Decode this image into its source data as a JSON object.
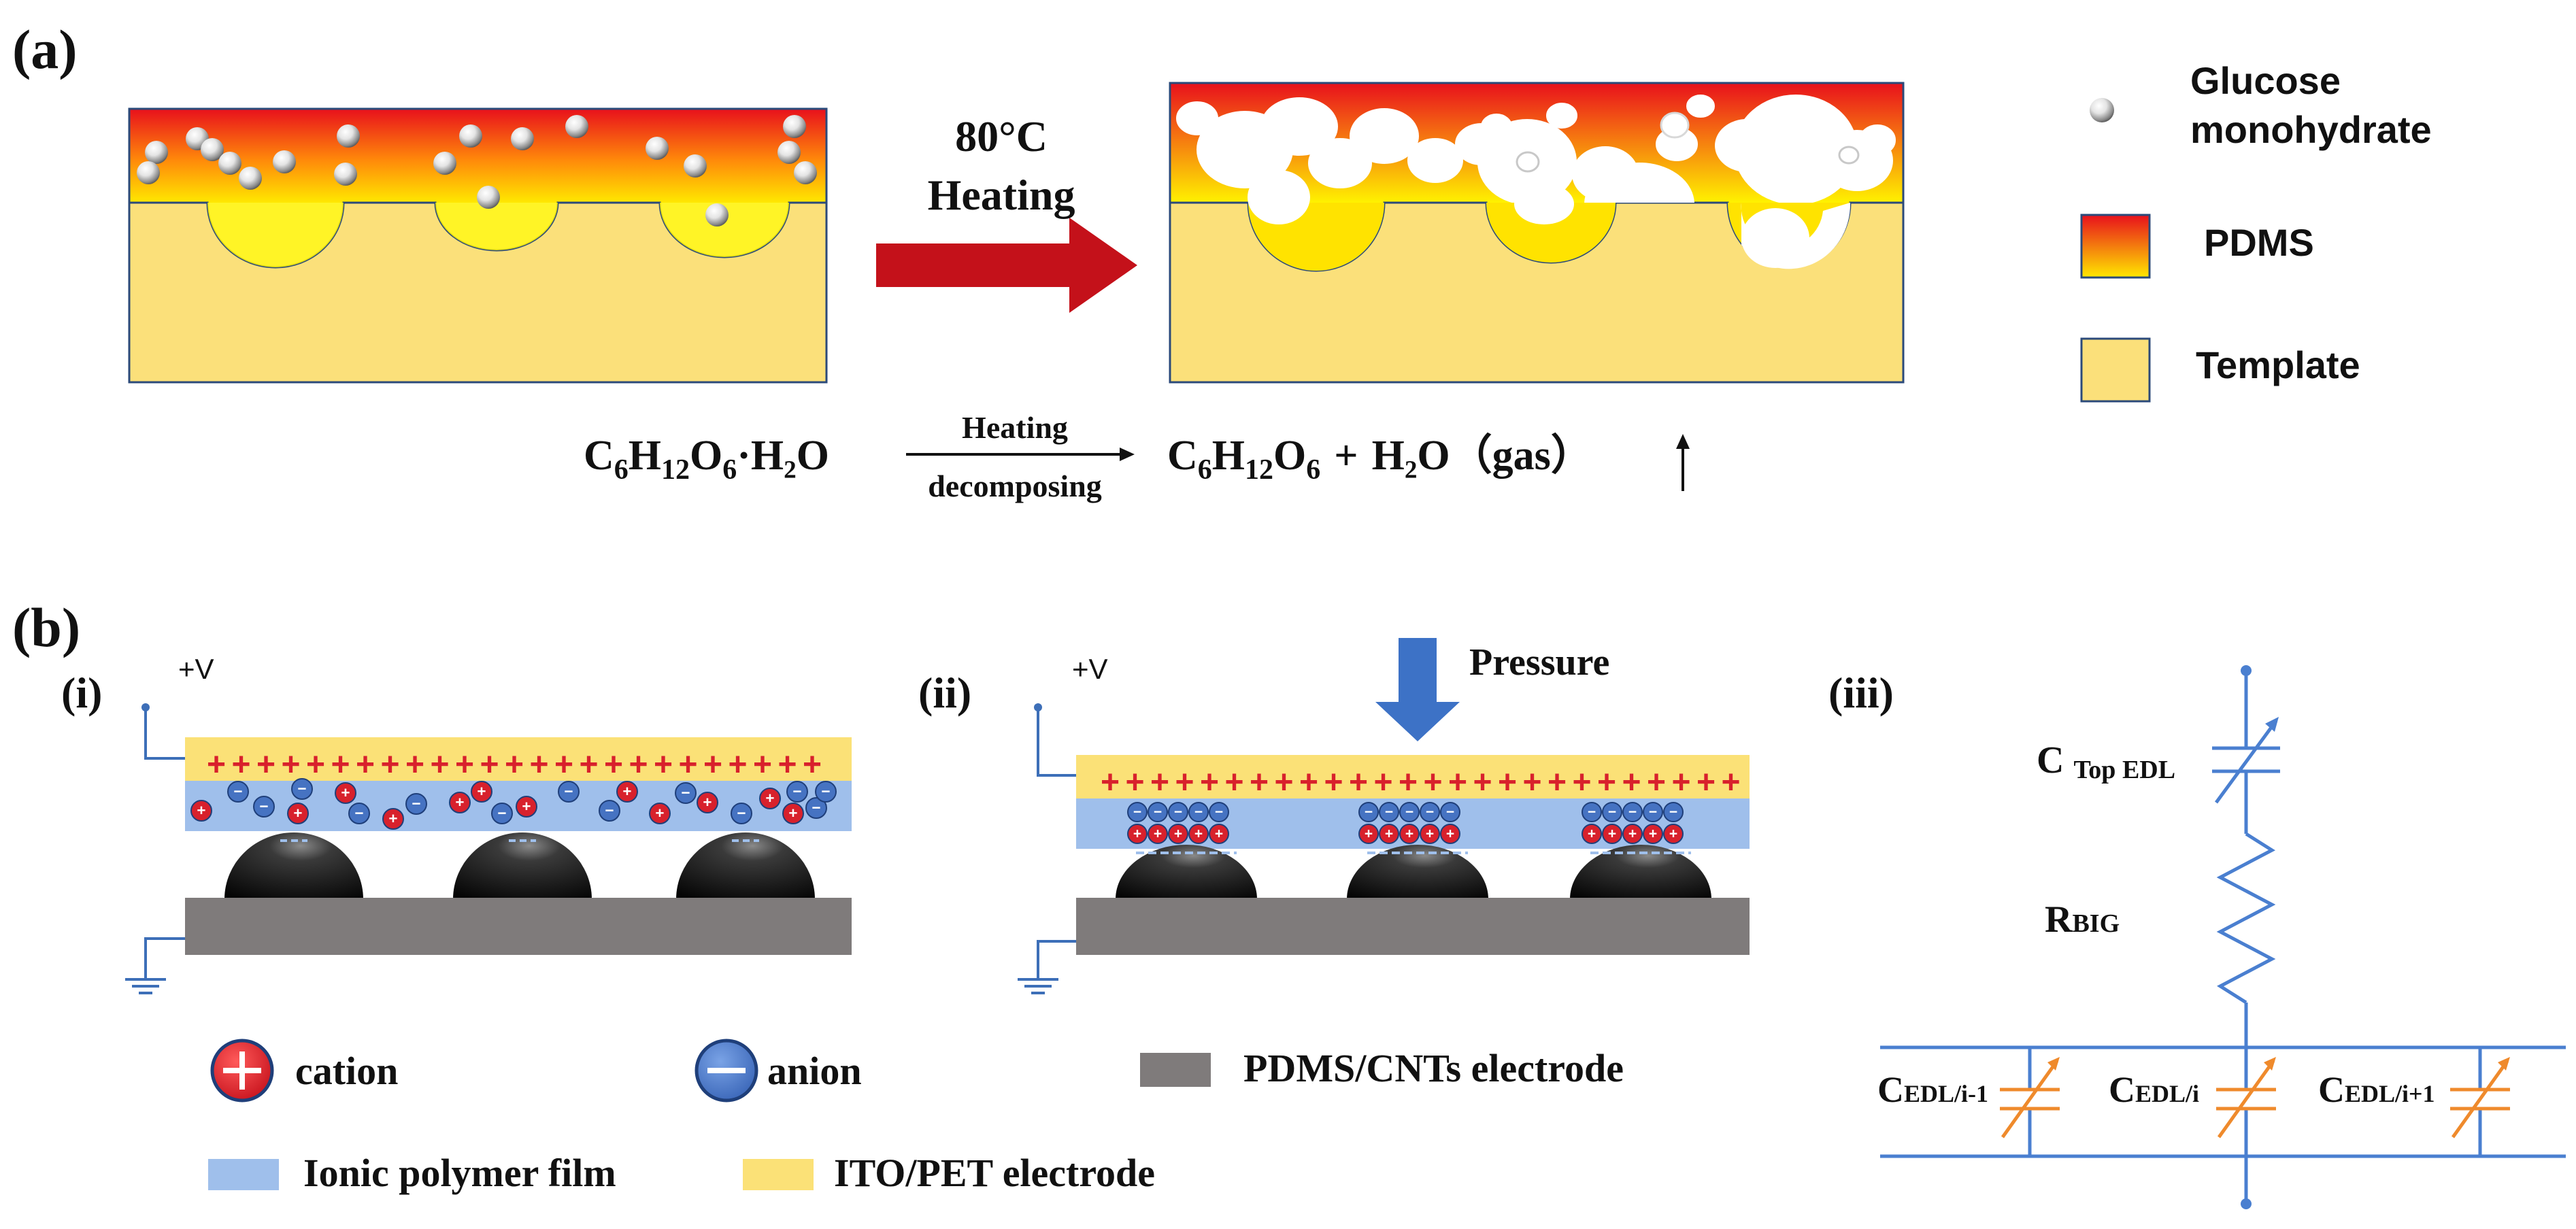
{
  "panel_a": {
    "label": "(a)",
    "arrow_text": {
      "line1": "80°C",
      "line2": "Heating"
    },
    "legend": {
      "glucose": {
        "line1": "Glucose",
        "line2": "monohydrate"
      },
      "pdms": "PDMS",
      "template": "Template"
    },
    "equation": {
      "reactant": {
        "c": "C",
        "c_sub": "6",
        "h": "H",
        "h_sub": "12",
        "o": "O",
        "o_sub": "6",
        "tail": "·H₂O"
      },
      "arrow_top": "Heating",
      "arrow_bottom": "decomposing",
      "product1": {
        "c": "C",
        "c_sub": "6",
        "h": "H",
        "h_sub": "12",
        "o": "O",
        "o_sub": "6"
      },
      "plus": "+",
      "product2": "H₂O（gas）"
    }
  },
  "panel_b": {
    "label": "(b)",
    "sub_i": "(i)",
    "sub_ii": "(ii)",
    "sub_iii": "(iii)",
    "voltage_i": "+V",
    "voltage_ii": "+V",
    "pressure": "Pressure",
    "plus_sign": "+",
    "minus_sign": "−",
    "legend": {
      "cation": "cation",
      "anion": "anion",
      "electrode": "PDMS/CNTs electrode",
      "ionic": "Ionic polymer film",
      "ito": "ITO/PET electrode"
    },
    "circuit": {
      "c_top_main": "C",
      "c_top_sub": "Top EDL",
      "r_main": "R",
      "r_sub": "BIG",
      "c_main": "C",
      "c_left_sub": "EDL/i-1",
      "c_mid_sub": "EDL/i",
      "c_right_sub": "EDL/i+1"
    }
  },
  "colors": {
    "pdms_top": "#e8101c",
    "pdms_bottom": "#ffe800",
    "template": "#fbe07a",
    "arrow_red": "#c4111a",
    "ionic_film": "#9fbfeb",
    "ito": "#fbe177",
    "electrode": "#7f7b7b",
    "cation_red": "#d8212c",
    "anion_blue": "#4673c2",
    "circuit_blue": "#4a7fd0",
    "capacitor_orange": "#ef8a2c",
    "pressure_arrow": "#3d72c6"
  }
}
